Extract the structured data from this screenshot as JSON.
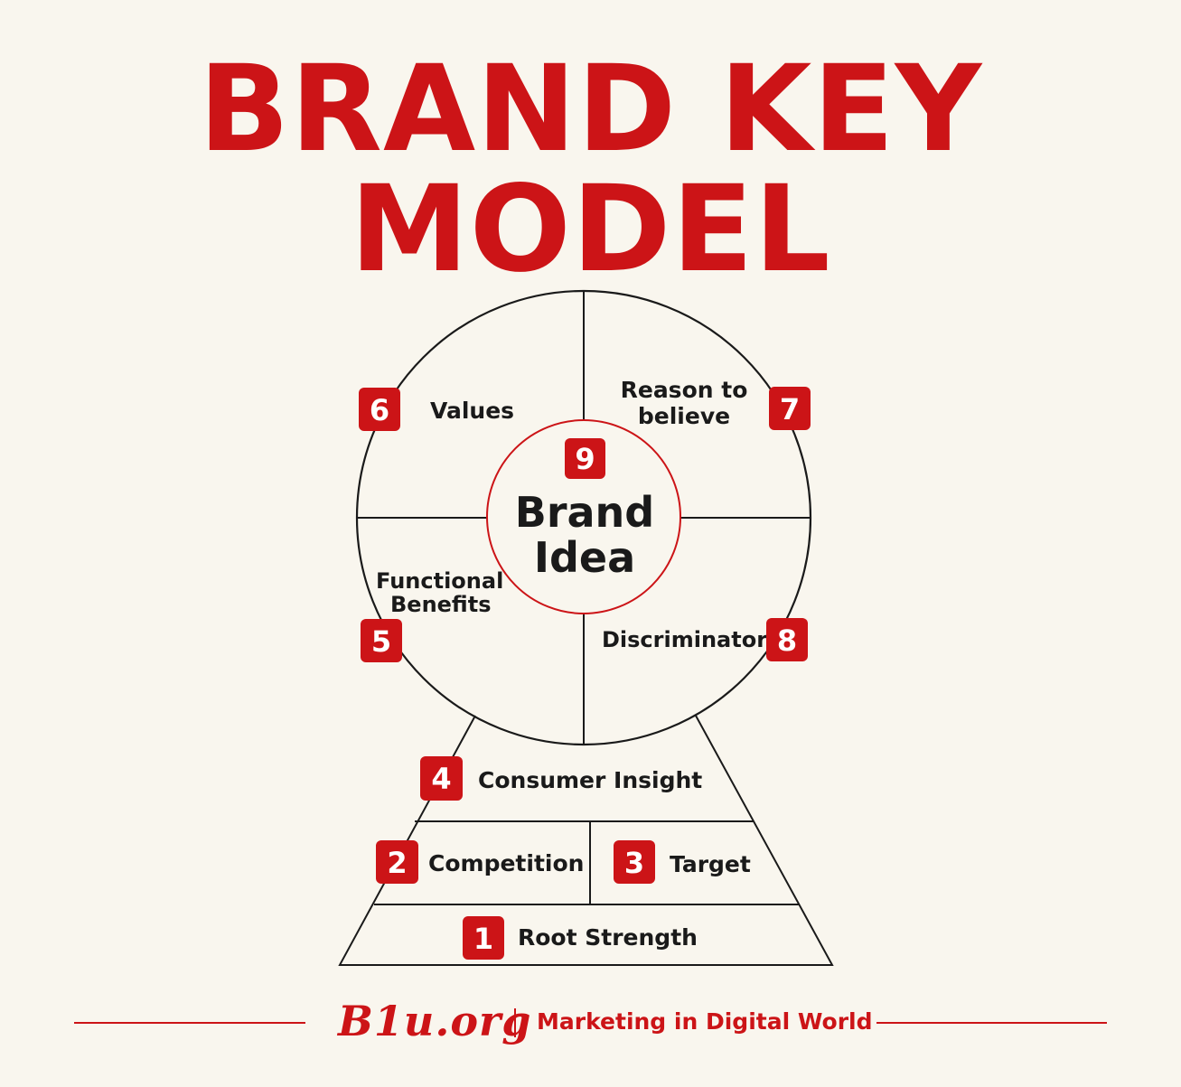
{
  "title": {
    "line1": "BRAND KEY",
    "line2": "MODEL"
  },
  "colors": {
    "accent": "#cc1417",
    "background": "#f9f6ee",
    "text": "#1a1a1a",
    "badge_text": "#ffffff"
  },
  "center": {
    "number": "9",
    "line1": "Brand",
    "line2": "Idea"
  },
  "quadrants": {
    "values": {
      "number": "6",
      "label": "Values"
    },
    "reason": {
      "number": "7",
      "line1": "Reason to",
      "line2": "believe"
    },
    "functional": {
      "number": "5",
      "line1": "Functional",
      "line2": "Benefits"
    },
    "discriminator": {
      "number": "8",
      "label": "Discriminator"
    }
  },
  "base": {
    "consumer_insight": {
      "number": "4",
      "label": "Consumer Insight"
    },
    "competition": {
      "number": "2",
      "label": "Competition"
    },
    "target": {
      "number": "3",
      "label": "Target"
    },
    "root_strength": {
      "number": "1",
      "label": "Root Strength"
    }
  },
  "footer": {
    "logo": "B1u.org",
    "tagline": "Marketing in Digital World"
  }
}
